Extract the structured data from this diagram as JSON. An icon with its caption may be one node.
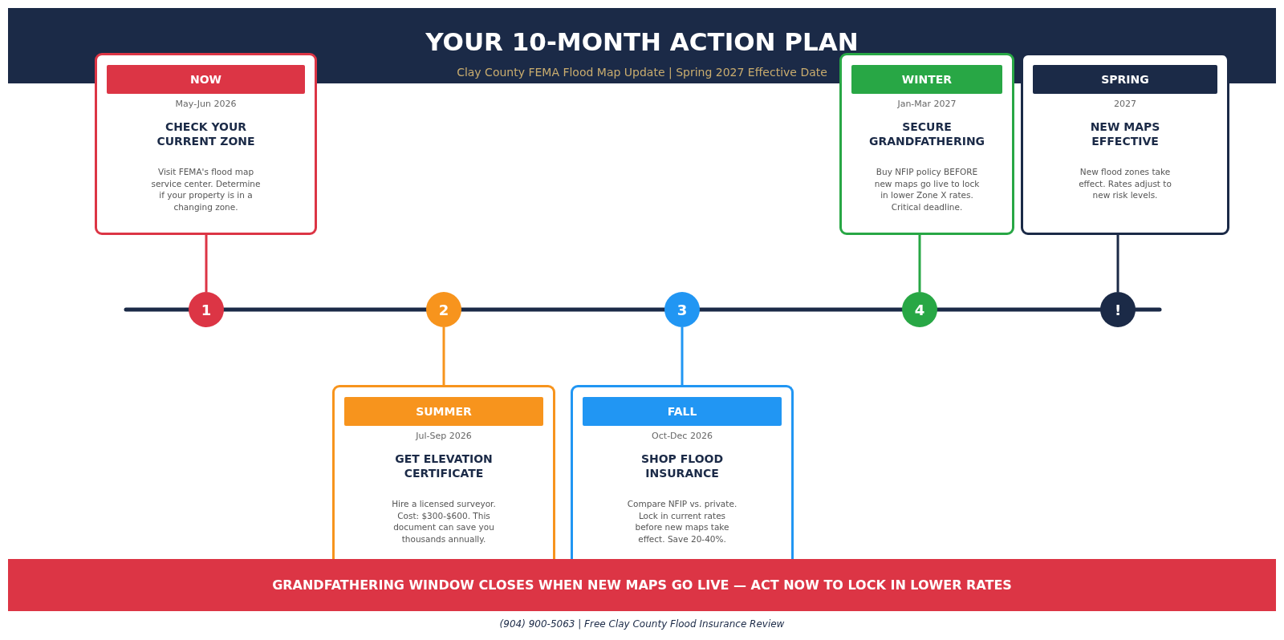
{
  "diagram": {
    "title": "YOUR 10-MONTH ACTION PLAN",
    "nodes": [
      {
        "text": [
          "NOW",
          "May-Jun 2026",
          "CHECK YOUR CURRENT ZONE",
          "Visit FEMA's flood map service center. Determine if your property is in a changing zone."
        ]
      },
      {
        "text": [
          "SUMMER",
          "Jul-Sep 2026",
          "GET ELEVATION CERTIFICATE",
          "Hire a licensed surveyor. Cost: $300-$600. This document can save you thousands annually."
        ]
      },
      {
        "text": [
          "FALL",
          "Oct-Dec 2026",
          "SHOP FLOOD INSURANCE",
          "Compare NFIP vs. private. Lock in current rates before new maps take effect. Save 20-40%."
        ]
      },
      {
        "text": [
          "WINTER",
          "Jan-Mar 2027",
          "SECURE GRANDFATHERING",
          "Buy NFIP policy BEFORE new maps go live to lock in lower Zone X rates. Critical deadline."
        ]
      },
      {
        "text": [
          "SPRING",
          "2027",
          "NEW MAPS EFFECTIVE",
          "New flood zones take effect. Rates adjust to new risk levels."
        ]
      },
      {
        "text": [
          "1"
        ]
      },
      {
        "text": [
          "2"
        ]
      },
      {
        "text": [
          "3"
        ]
      },
      {
        "text": [
          "4"
        ]
      },
      {
        "text": [
          "!"
        ]
      },
      {
        "text": [
          "GRANDFATHERING WINDOW CLOSES WHEN NEW MAPS GO LIVE — ACT NOW TO LOCK IN LOWER RATES"
        ]
      }
    ],
    "edges": [
      {
        "from": 0,
        "to": 5,
        "arrow": "none",
        "color": "#dc3545"
      },
      {
        "from": 1,
        "to": 6,
        "arrow": "none",
        "color": "#f7941d"
      },
      {
        "from": 2,
        "to": 7,
        "arrow": "none",
        "color": "#2196f3"
      },
      {
        "from": 3,
        "to": 8,
        "arrow": "none",
        "color": "#28a745"
      },
      {
        "from": 4,
        "to": 9,
        "arrow": "none",
        "color": "#1b2a47"
      }
    ],
    "labels": [
      "Clay County FEMA Flood Map Update | Spring 2027 Effective Date",
      "(904) 900-5063 | Free Clay County Flood Insurance Review"
    ]
  }
}
